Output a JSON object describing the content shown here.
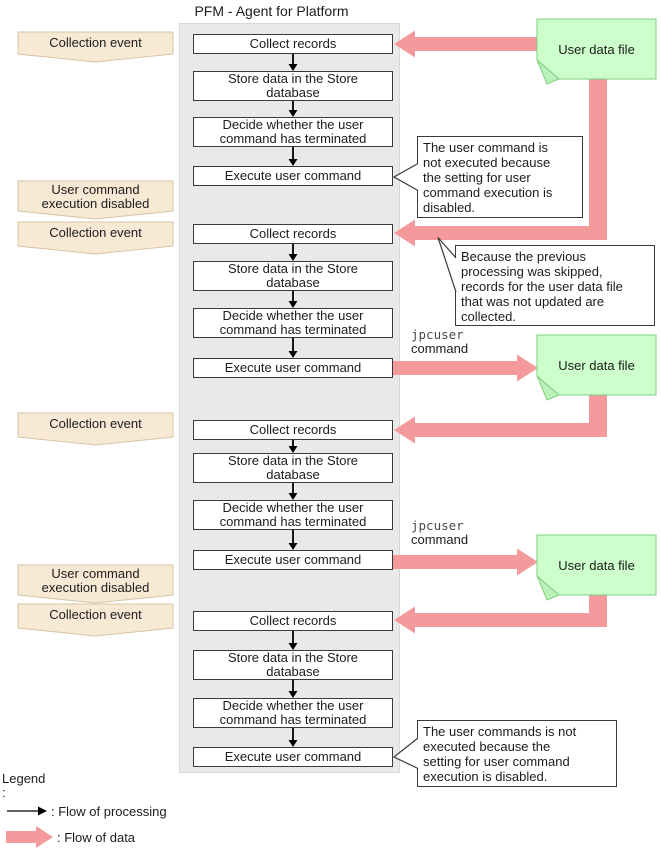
{
  "diagram": {
    "title": "PFM - Agent for Platform"
  },
  "flow": {
    "step_labels": [
      "Collect records",
      "Store data in the Store\ndatabase",
      "Decide whether the user\ncommand has terminated",
      "Execute user command"
    ]
  },
  "banners": [
    {
      "label": "Collection event"
    },
    {
      "label": "User command\nexecution disabled"
    },
    {
      "label": "Collection event"
    },
    {
      "label": "Collection event"
    },
    {
      "label": "User command\nexecution disabled"
    },
    {
      "label": "Collection event"
    }
  ],
  "files": {
    "label": "User data file"
  },
  "command_labels": {
    "mono": "jpcuser",
    "sans": "command"
  },
  "callouts": [
    {
      "text": "The user command is\nnot executed because\nthe setting for user\ncommand execution is\ndisabled."
    },
    {
      "text": "Because the previous\nprocessing was skipped,\nrecords for the user data file\nthat was not updated are\ncollected."
    },
    {
      "text": "The user commands is not\nexecuted because the\nsetting for user command\nexecution is disabled."
    }
  ],
  "legend": {
    "title": "Legend",
    "colon": ":",
    "processing": ": Flow of processing",
    "data": ": Flow of data"
  },
  "colors": {
    "data_arrow": "#F59A9C",
    "file_fill": "#CCFFCC",
    "file_border": "#7FCF7F",
    "banner_fill": "#F8E9D4",
    "banner_border": "#D6C5A5",
    "panel_fill": "#E9E9E9"
  }
}
